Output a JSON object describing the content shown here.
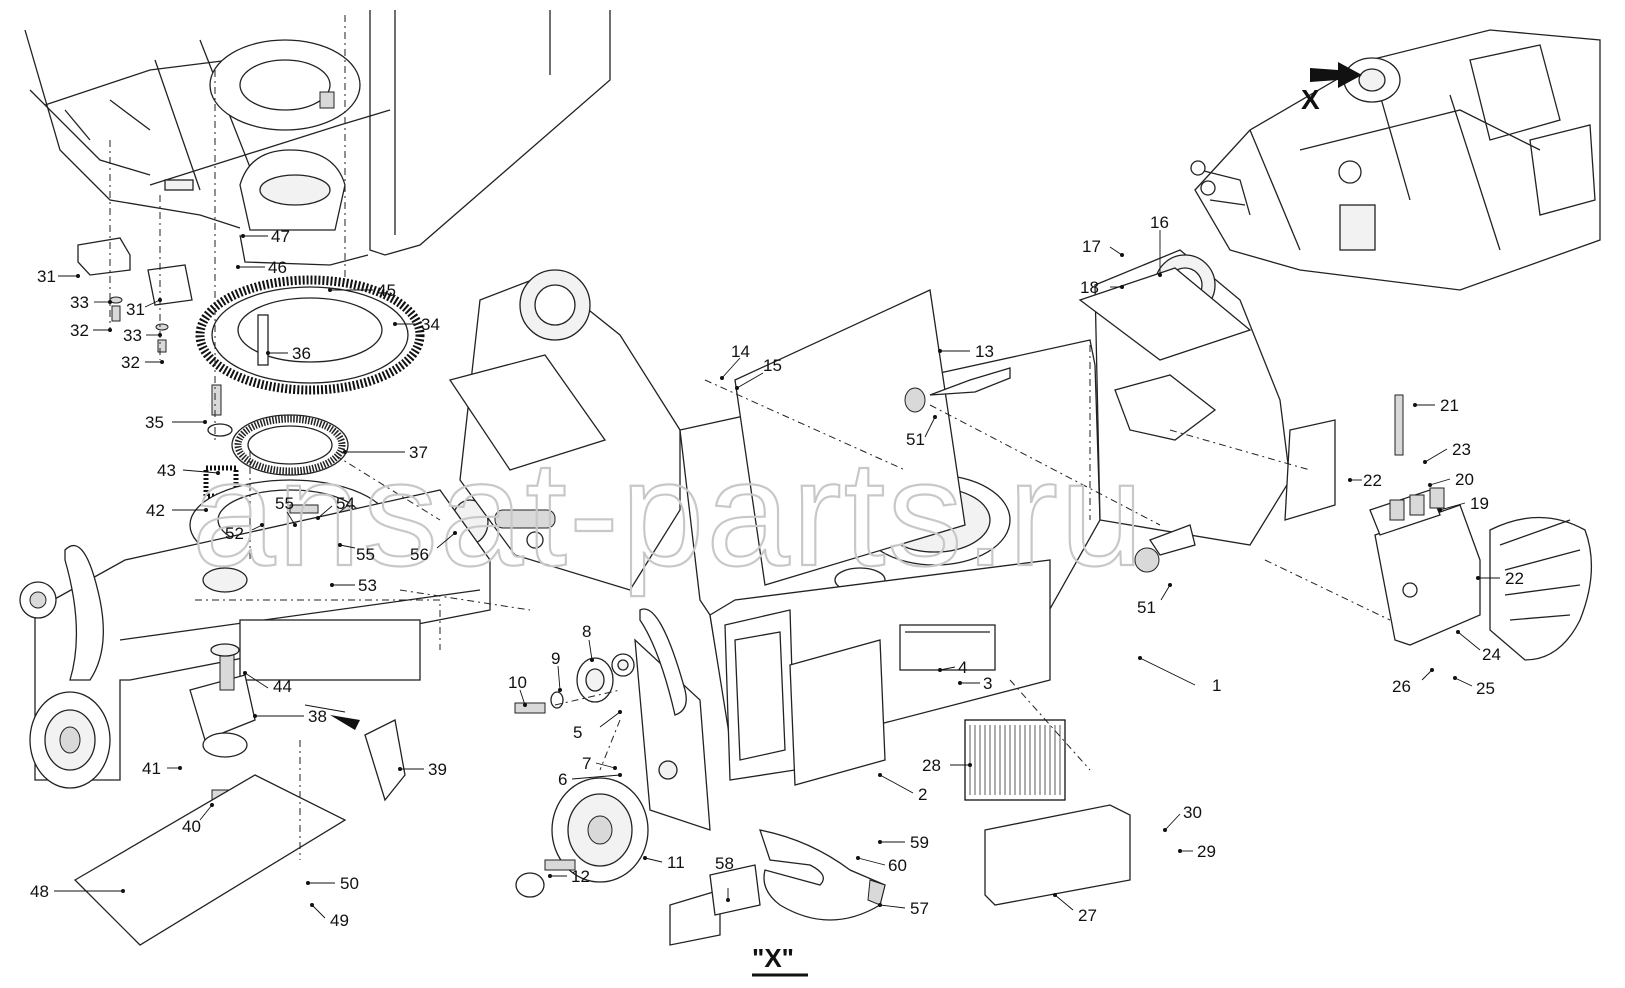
{
  "watermark": "ansat-parts.ru",
  "detail_label": "\"X\"",
  "view_marker": "X",
  "callouts": [
    {
      "id": "c1",
      "text": "1"
    },
    {
      "id": "c2",
      "text": "2"
    },
    {
      "id": "c3",
      "text": "3"
    },
    {
      "id": "c4",
      "text": "4"
    },
    {
      "id": "c5",
      "text": "5"
    },
    {
      "id": "c6",
      "text": "6"
    },
    {
      "id": "c7",
      "text": "7"
    },
    {
      "id": "c8",
      "text": "8"
    },
    {
      "id": "c9",
      "text": "9"
    },
    {
      "id": "c10",
      "text": "10"
    },
    {
      "id": "c11",
      "text": "11"
    },
    {
      "id": "c12",
      "text": "12"
    },
    {
      "id": "c13",
      "text": "13"
    },
    {
      "id": "c14",
      "text": "14"
    },
    {
      "id": "c15",
      "text": "15"
    },
    {
      "id": "c16",
      "text": "16"
    },
    {
      "id": "c17",
      "text": "17"
    },
    {
      "id": "c18",
      "text": "18"
    },
    {
      "id": "c19",
      "text": "19"
    },
    {
      "id": "c20",
      "text": "20"
    },
    {
      "id": "c21",
      "text": "21"
    },
    {
      "id": "c22a",
      "text": "22"
    },
    {
      "id": "c22b",
      "text": "22"
    },
    {
      "id": "c23",
      "text": "23"
    },
    {
      "id": "c24",
      "text": "24"
    },
    {
      "id": "c25",
      "text": "25"
    },
    {
      "id": "c26",
      "text": "26"
    },
    {
      "id": "c27",
      "text": "27"
    },
    {
      "id": "c28",
      "text": "28"
    },
    {
      "id": "c29",
      "text": "29"
    },
    {
      "id": "c30",
      "text": "30"
    },
    {
      "id": "c31a",
      "text": "31"
    },
    {
      "id": "c31b",
      "text": "31"
    },
    {
      "id": "c32a",
      "text": "32"
    },
    {
      "id": "c32b",
      "text": "32"
    },
    {
      "id": "c33a",
      "text": "33"
    },
    {
      "id": "c33b",
      "text": "33"
    },
    {
      "id": "c34",
      "text": "34"
    },
    {
      "id": "c35",
      "text": "35"
    },
    {
      "id": "c36",
      "text": "36"
    },
    {
      "id": "c37",
      "text": "37"
    },
    {
      "id": "c38",
      "text": "38"
    },
    {
      "id": "c39",
      "text": "39"
    },
    {
      "id": "c40",
      "text": "40"
    },
    {
      "id": "c41",
      "text": "41"
    },
    {
      "id": "c42",
      "text": "42"
    },
    {
      "id": "c43",
      "text": "43"
    },
    {
      "id": "c44",
      "text": "44"
    },
    {
      "id": "c45",
      "text": "45"
    },
    {
      "id": "c46",
      "text": "46"
    },
    {
      "id": "c47",
      "text": "47"
    },
    {
      "id": "c48",
      "text": "48"
    },
    {
      "id": "c49",
      "text": "49"
    },
    {
      "id": "c50",
      "text": "50"
    },
    {
      "id": "c51a",
      "text": "51"
    },
    {
      "id": "c51b",
      "text": "51"
    },
    {
      "id": "c52",
      "text": "52"
    },
    {
      "id": "c53",
      "text": "53"
    },
    {
      "id": "c54",
      "text": "54"
    },
    {
      "id": "c55a",
      "text": "55"
    },
    {
      "id": "c55b",
      "text": "55"
    },
    {
      "id": "c56",
      "text": "56"
    },
    {
      "id": "c57",
      "text": "57"
    },
    {
      "id": "c58",
      "text": "58"
    },
    {
      "id": "c59",
      "text": "59"
    },
    {
      "id": "c60",
      "text": "60"
    }
  ]
}
